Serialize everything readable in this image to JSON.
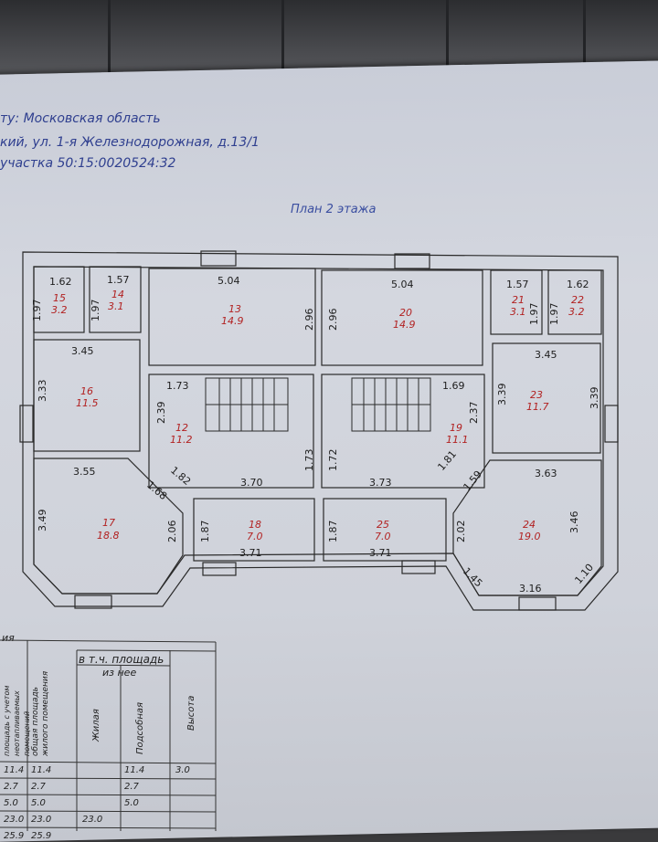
{
  "header": {
    "line1": "ту: Московская область",
    "line2": "кий, ул. 1-я Железнодорожная, д.13/1",
    "line3": "участка 50:15:0020524:32"
  },
  "plan_title": "План 2 этажа",
  "rooms": [
    {
      "num": "15",
      "area": "3.2"
    },
    {
      "num": "14",
      "area": "3.1"
    },
    {
      "num": "13",
      "area": "14.9"
    },
    {
      "num": "20",
      "area": "14.9"
    },
    {
      "num": "21",
      "area": "3.1"
    },
    {
      "num": "22",
      "area": "3.2"
    },
    {
      "num": "16",
      "area": "11.5"
    },
    {
      "num": "12",
      "area": "11.2"
    },
    {
      "num": "19",
      "area": "11.1"
    },
    {
      "num": "23",
      "area": "11.7"
    },
    {
      "num": "17",
      "area": "18.8"
    },
    {
      "num": "18",
      "area": "7.0"
    },
    {
      "num": "25",
      "area": "7.0"
    },
    {
      "num": "24",
      "area": "19.0"
    }
  ],
  "dims": [
    "1.62",
    "1.57",
    "5.04",
    "5.04",
    "1.57",
    "1.62",
    "1.97",
    "1.97",
    "2.96",
    "2.96",
    "1.97",
    "1.97",
    "3.45",
    "3.45",
    "3.33",
    "1.73",
    "2.39",
    "1.69",
    "2.37",
    "3.39",
    "3.39",
    "3.55",
    "1.82",
    "1.68",
    "1.73",
    "1.72",
    "3.70",
    "3.73",
    "1.81",
    "1.59",
    "3.63",
    "3.49",
    "2.06",
    "1.87",
    "1.87",
    "2.02",
    "3.46",
    "3.71",
    "3.71",
    "1.45",
    "3.16",
    "1.10"
  ],
  "table": {
    "top_label": "ия",
    "group_label": "в т.ч. площадь",
    "sub_label": "из нее",
    "col0": "площадь с учетом неотапливаемых помещений",
    "col1": "общая площадь жилого помещения",
    "col2": "Жилая",
    "col3": "Подсобная",
    "col4": "Высота",
    "rows": [
      [
        "11.4",
        "11.4",
        "",
        "11.4",
        "3.0"
      ],
      [
        "2.7",
        "2.7",
        "",
        "2.7",
        ""
      ],
      [
        "5.0",
        "5.0",
        "",
        "5.0",
        ""
      ],
      [
        "23.0",
        "23.0",
        "23.0",
        "",
        ""
      ],
      [
        "25.9",
        "25.9",
        "",
        "",
        ""
      ]
    ]
  }
}
